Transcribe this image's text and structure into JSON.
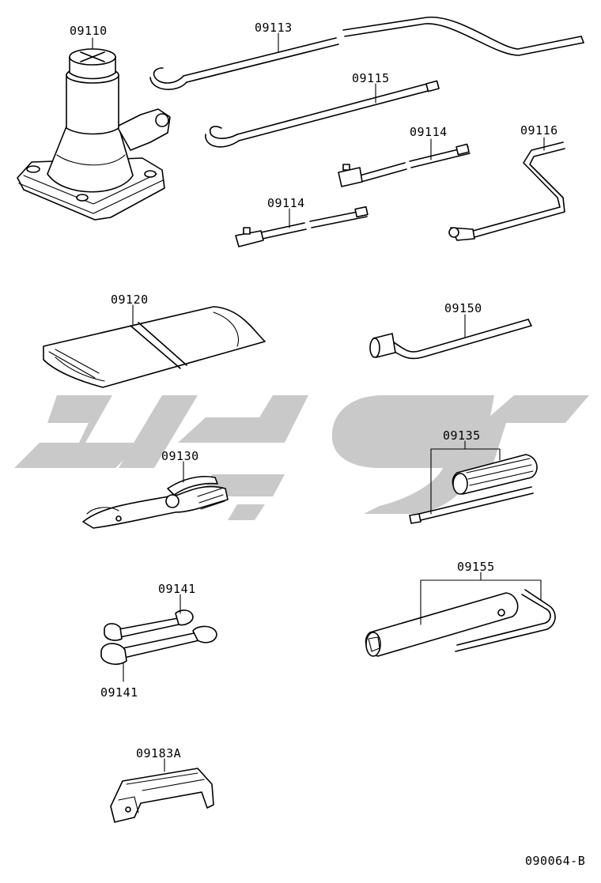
{
  "parts": {
    "jack": "09110",
    "jack_handle_long": "09113",
    "jack_handle_hook": "09115",
    "extension_bar_upper": "09114",
    "extension_bar_lower": "09114",
    "crank_handle": "09116",
    "tool_bag": "09120",
    "wheel_nut_wrench": "09150",
    "screwdriver": "09135",
    "pliers": "09130",
    "plug_wrench": "09155",
    "spanner_upper": "09141",
    "spanner_lower": "09141",
    "hook_clip": "09183A"
  },
  "diagram_id": "090064-B",
  "colors": {
    "line": "#000000",
    "watermark": "#c9c9c9",
    "background": "#ffffff"
  }
}
